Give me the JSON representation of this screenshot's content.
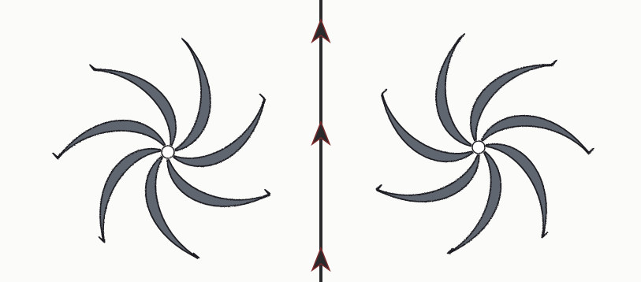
{
  "image": {
    "description_icons": [
      "left-pinwheel-drawing",
      "right-pinwheel-drawing",
      "center-arrow-line"
    ],
    "colors": {
      "paper": "#fbfbfa",
      "ink_dark": "#2a2a2c",
      "blade_fill": "#5f6670",
      "blade_edge": "#1f1f22",
      "arrow_red": "#7a2a2a",
      "hub": "#ffffff"
    },
    "left_pinwheel": {
      "blade_count": 7,
      "rotation": "counterclockwise"
    },
    "right_pinwheel": {
      "blade_count": 7,
      "rotation": "clockwise"
    },
    "center_line": {
      "arrow_count": 3,
      "arrow_direction": "up"
    }
  }
}
